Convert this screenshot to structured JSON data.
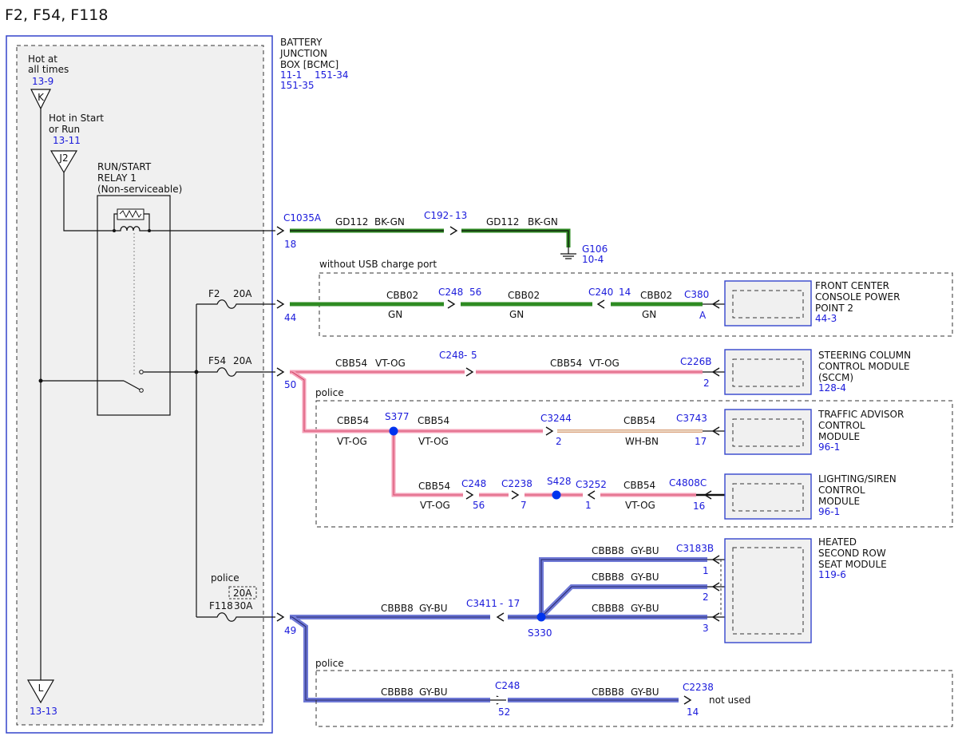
{
  "title": "F2, F54, F118",
  "bjb": {
    "name_lines": [
      "BATTERY",
      "JUNCTION",
      "BOX [BCMC]"
    ],
    "ref_a": "11-1",
    "ref_b": "151-34",
    "ref_c": "151-35"
  },
  "feeds": {
    "hot_at_all_times": [
      "Hot at",
      "all times"
    ],
    "hot_at_all_times_ref": "13-9",
    "pin_k": "K",
    "hot_in_start_run": [
      "Hot in Start",
      "or Run"
    ],
    "hot_in_start_run_ref": "13-11",
    "pin_j2": "J2",
    "pin_l": "L",
    "pin_l_ref": "13-13"
  },
  "relay": {
    "lines": [
      "RUN/START",
      "RELAY 1",
      "(Non-serviceable)"
    ]
  },
  "fuses": {
    "f2": "F2",
    "f2_amp": "20A",
    "f54": "F54",
    "f54_amp": "20A",
    "f118_police": "police",
    "f118_police_amp": "20A",
    "f118": "F118",
    "f118_amp": "30A"
  },
  "ground_circuit": {
    "connector1": "C1035A",
    "pin1": "18",
    "wire1": "GD112",
    "color1": "BK-GN",
    "connector2": "C192",
    "sep": "-",
    "pin2": "13",
    "wire2": "GD112",
    "color2": "BK-GN",
    "ground": "G106",
    "ground_ref": "10-4",
    "colors": {
      "wire": "#2e8b22",
      "core": "#111111"
    }
  },
  "usb_group": {
    "label": "without USB charge port",
    "bjb_pin": "44",
    "wire_a": "CBB02",
    "color_a": "GN",
    "c248": "C248",
    "c248_pin": "56",
    "wire_b": "CBB02",
    "color_b": "GN",
    "c240": "C240",
    "c240_pin": "14",
    "wire_c": "CBB02",
    "color_c": "GN",
    "c380": "C380",
    "c380_pin": "A",
    "module": [
      "FRONT CENTER",
      "CONSOLE POWER",
      "POINT 2"
    ],
    "module_ref": "44-3"
  },
  "sccm_circuit": {
    "bjb_pin": "50",
    "wire_a": "CBB54",
    "color_a": "VT-OG",
    "c248": "C248",
    "sep": "-",
    "c248_pin": "5",
    "wire_b": "CBB54",
    "color_b": "VT-OG",
    "c226b": "C226B",
    "c226b_pin": "2",
    "module": [
      "STEERING COLUMN",
      "CONTROL MODULE",
      "(SCCM)"
    ],
    "module_ref": "128-4",
    "colors": {
      "wire": "#f4a0b8",
      "stripe": "#cc3355",
      "wh_bn": "#b5651d"
    }
  },
  "police_group_1": {
    "label": "police",
    "wire_a": "CBB54",
    "color_a": "VT-OG",
    "splice": "S377",
    "wire_b": "CBB54",
    "color_b": "VT-OG",
    "c3244": "C3244",
    "c3244_pin": "2",
    "wire_c": "CBB54",
    "color_c": "WH-BN",
    "c3743": "C3743",
    "c3743_pin": "17",
    "module_1": [
      "TRAFFIC ADVISOR",
      "CONTROL",
      "MODULE"
    ],
    "module_1_ref": "96-1",
    "wire_d": "CBB54",
    "color_d": "VT-OG",
    "c248": "C248",
    "c248_pin": "56",
    "c2238": "C2238",
    "c2238_pin": "7",
    "splice_2": "S428",
    "c3252": "C3252",
    "c3252_pin": "1",
    "wire_e": "CBB54",
    "color_e": "VT-OG",
    "c4808c": "C4808C",
    "c4808c_pin": "16",
    "module_2": [
      "LIGHTING/SIREN",
      "CONTROL",
      "MODULE"
    ],
    "module_2_ref": "96-1"
  },
  "seat_circuit": {
    "bjb_pin": "49",
    "wire_a": "CBBB8",
    "color_a": "GY-BU",
    "c3411": "C3411",
    "sep": "-",
    "c3411_pin": "17",
    "splice": "S330",
    "branch_1_wire": "CBBB8",
    "branch_1_color": "GY-BU",
    "c3183b": "C3183B",
    "pin_1": "1",
    "branch_2_wire": "CBBB8",
    "branch_2_color": "GY-BU",
    "pin_2": "2",
    "branch_3_wire": "CBBB8",
    "branch_3_color": "GY-BU",
    "pin_3": "3",
    "module": [
      "HEATED",
      "SECOND ROW",
      "SEAT MODULE"
    ],
    "module_ref": "119-6",
    "colors": {
      "wire": "#6f79d6",
      "core": "#222266"
    }
  },
  "police_group_2": {
    "label": "police",
    "wire_a": "CBBB8",
    "color_a": "GY-BU",
    "c248": "C248",
    "c248_pin": "52",
    "wire_b": "CBBB8",
    "color_b": "GY-BU",
    "c2238": "C2238",
    "c2238_pin": "14",
    "not_used": "not used"
  },
  "colors": {
    "ref_blue": "#1a1adb",
    "box_blue": "#3344cc",
    "box_fill": "#f0f0f0"
  }
}
